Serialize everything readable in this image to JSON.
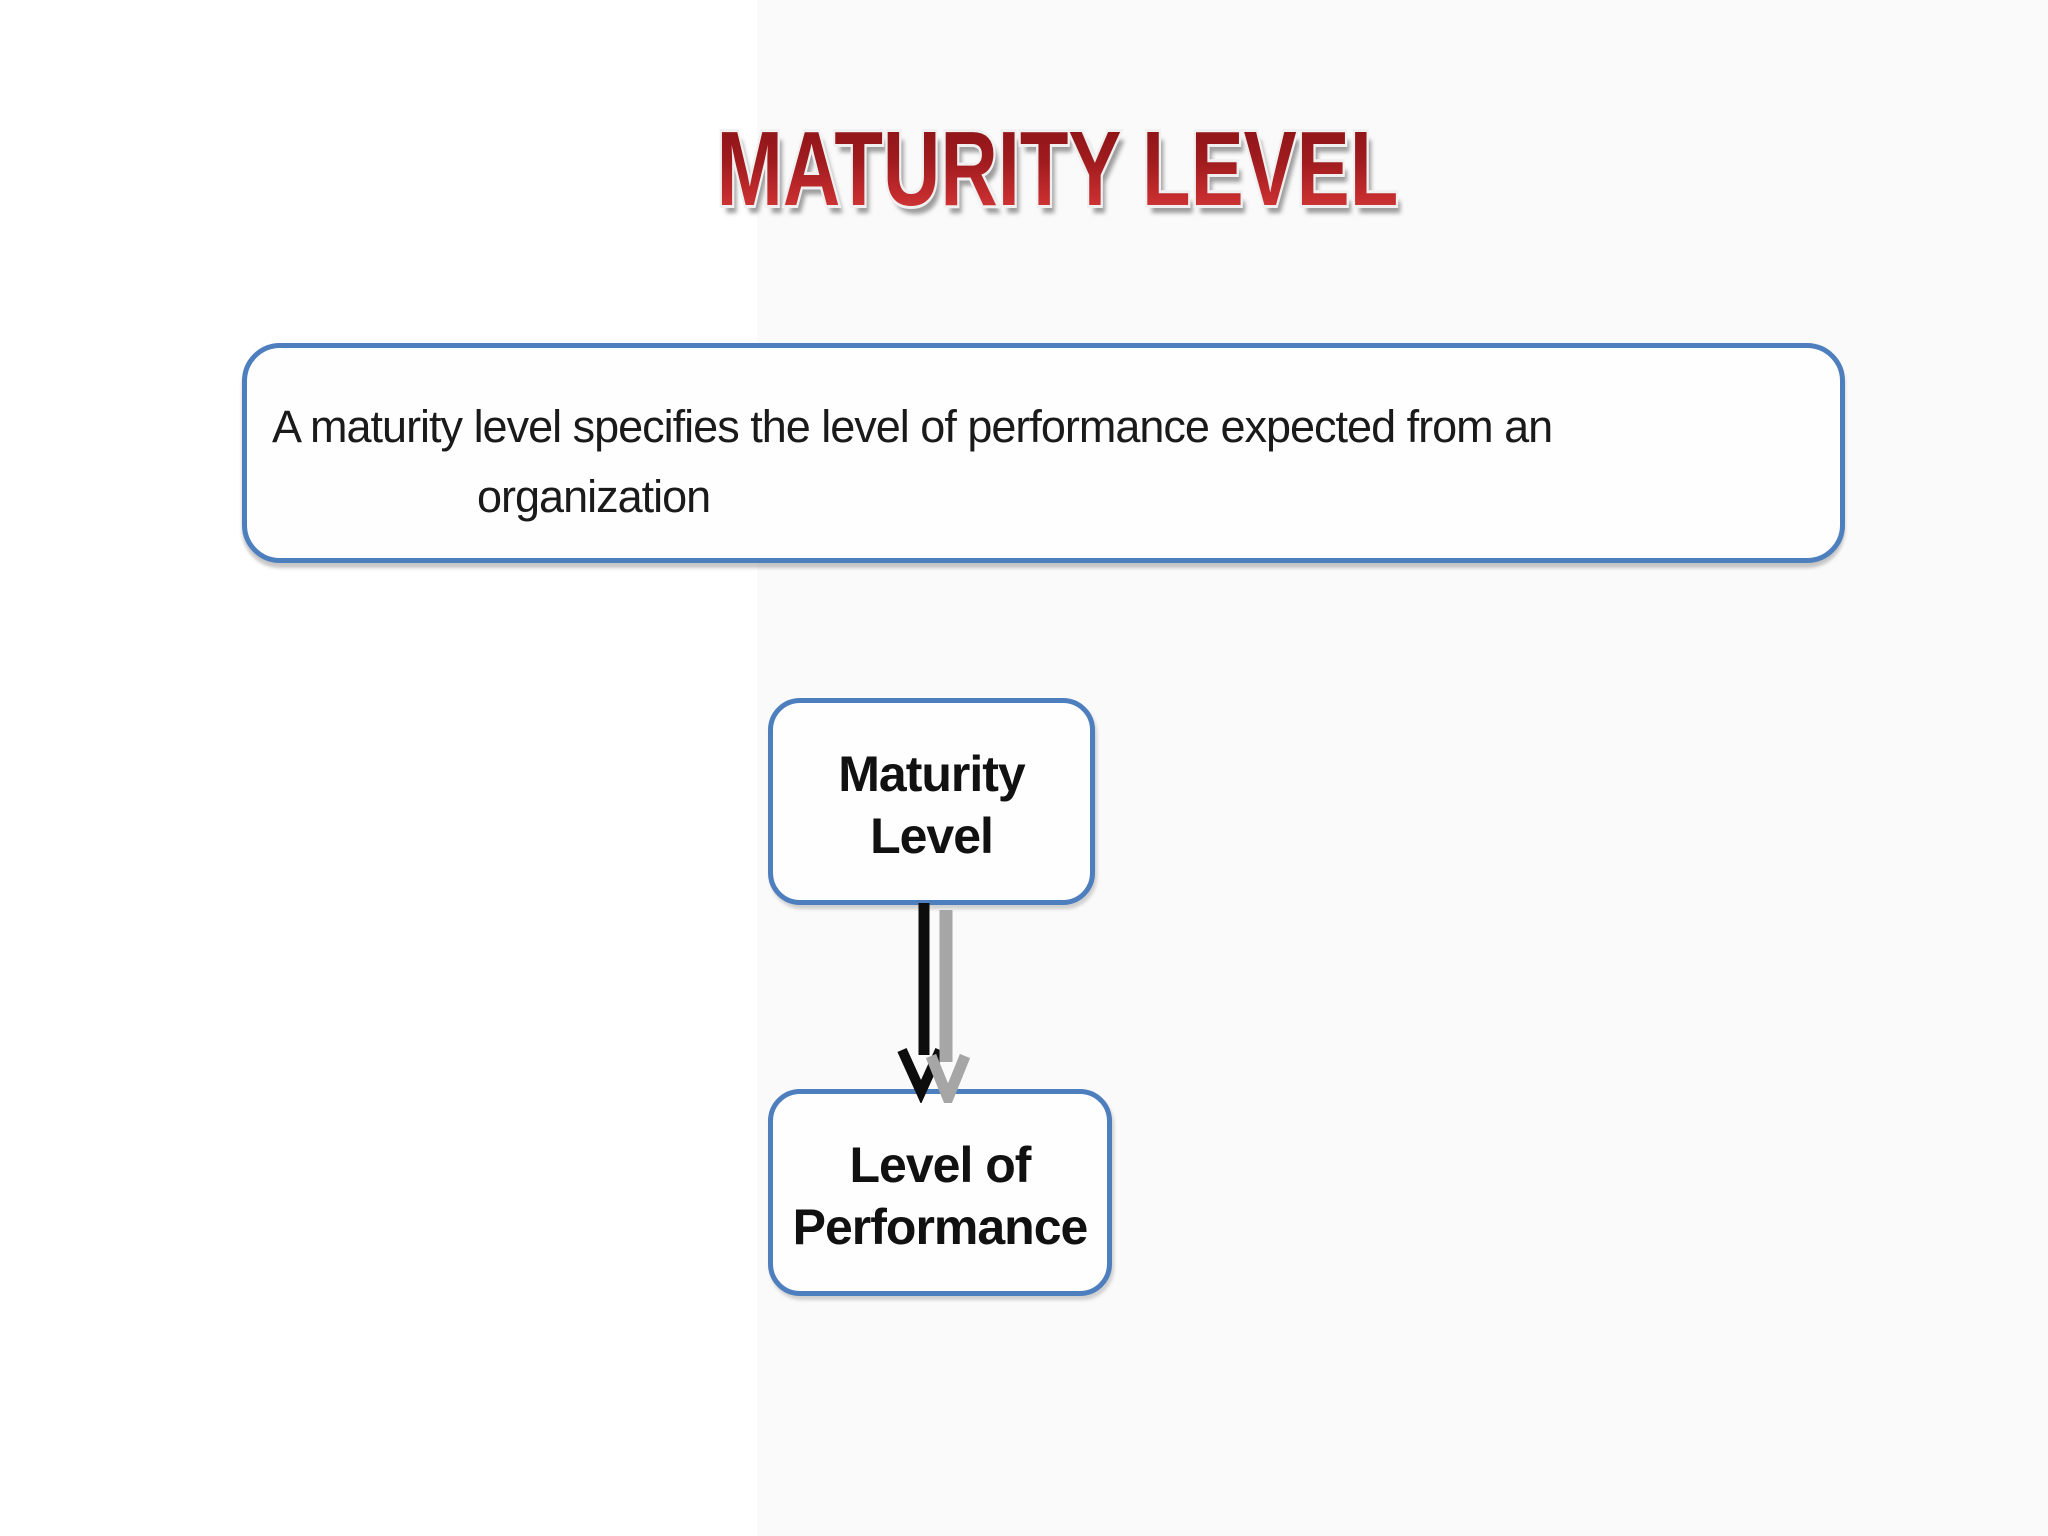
{
  "slide": {
    "title": "MATURITY LEVEL",
    "description": {
      "line1": "A maturity level specifies the level of performance expected from an",
      "line2": "organization"
    },
    "diagram": {
      "top_node_label": "Maturity\nLevel",
      "bottom_node_label": "Level of\nPerformance",
      "connector": "down-arrow"
    }
  },
  "colors": {
    "accent_blue": "#4d7ebd",
    "title_red_dark": "#8a1215",
    "title_red_bright": "#d64243",
    "title_outline": "#f0f0f0",
    "arrow_black": "#0d0d0d",
    "arrow_gray": "#a6a6a6",
    "text_black": "#1a1a1a"
  }
}
